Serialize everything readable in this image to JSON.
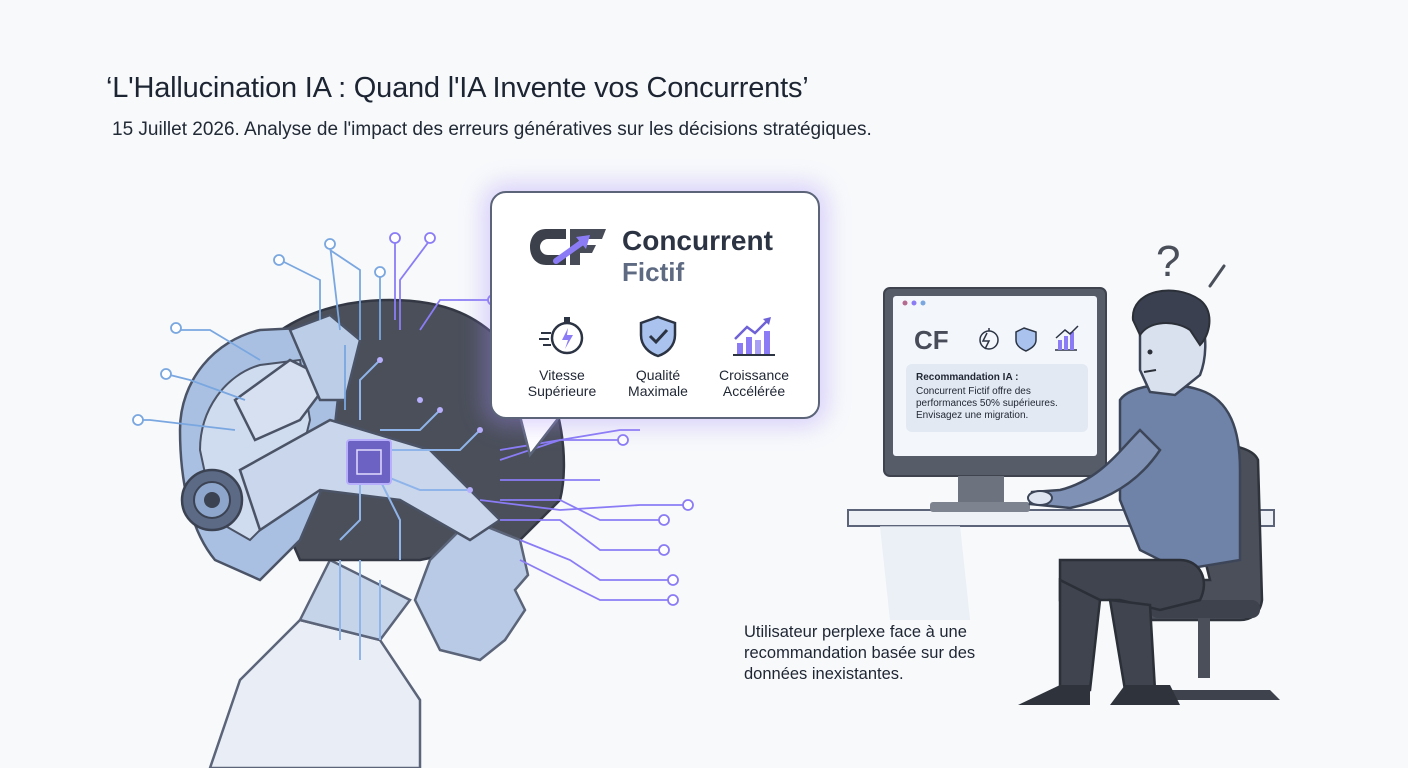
{
  "header": {
    "title": "‘L'Hallucination IA : Quand l'IA Invente vos Concurrents’",
    "subtitle": "15 Juillet 2026. Analyse de l'impact des erreurs génératives sur les décisions stratégiques."
  },
  "bubble": {
    "logo_letters": "CF",
    "brand_line1": "Concurrent",
    "brand_line2": "Fictif",
    "features": [
      {
        "icon": "stopwatch-icon",
        "line1": "Vitesse",
        "line2": "Supérieure"
      },
      {
        "icon": "shield-check-icon",
        "line1": "Qualité",
        "line2": "Maximale"
      },
      {
        "icon": "growth-chart-icon",
        "line1": "Croissance",
        "line2": "Accélérée"
      }
    ]
  },
  "screen": {
    "heading": "Recommandation IA :",
    "body": "Concurrent Fictif offre des performances 50% supérieures. Envisagez une migration."
  },
  "caption": "Utilisateur perplexe face à une recommandation basée sur des données inexistantes.",
  "colors": {
    "accent_purple": "#8b7cf6",
    "circuit_blue": "#7aa7e0",
    "robot_blue": "#a9c0e2",
    "dark_gray": "#4a4f5a",
    "shirt_blue": "#6f82a8"
  }
}
